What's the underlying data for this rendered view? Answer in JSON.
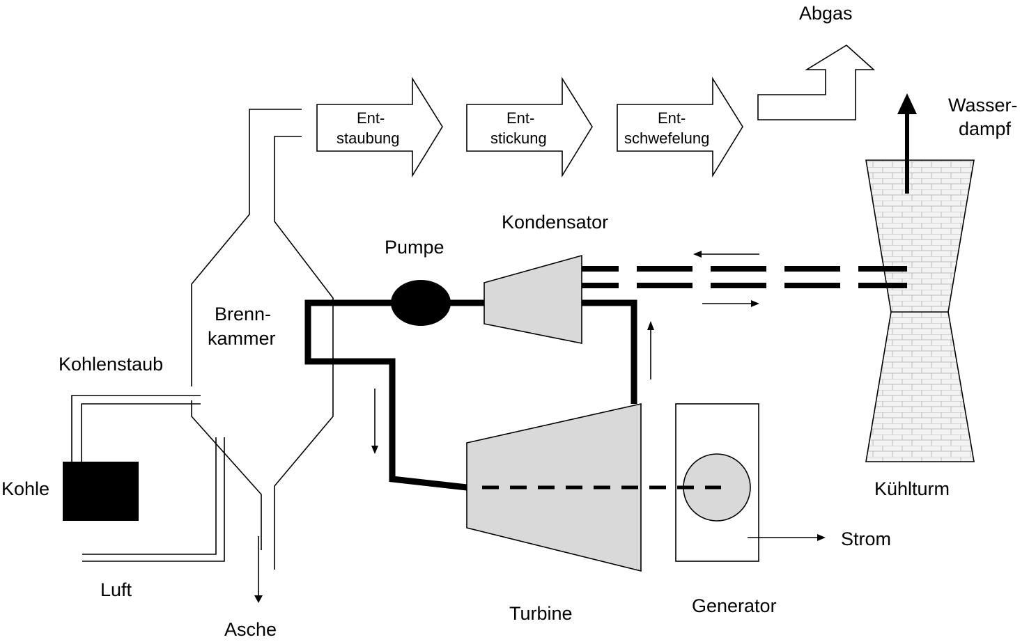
{
  "labels": {
    "abgas": "Abgas",
    "wasser_line1": "Wasser-",
    "wasser_line2": "dampf",
    "ent1_line1": "Ent-",
    "ent1_line2": "staubung",
    "ent2_line1": "Ent-",
    "ent2_line2": "stickung",
    "ent3_line1": "Ent-",
    "ent3_line2": "schwefelung",
    "kondensator": "Kondensator",
    "pumpe": "Pumpe",
    "brenn_line1": "Brenn-",
    "brenn_line2": "kammer",
    "kohlenstaub": "Kohlenstaub",
    "kohle": "Kohle",
    "luft": "Luft",
    "asche": "Asche",
    "turbine": "Turbine",
    "generator": "Generator",
    "strom": "Strom",
    "kuehlturm": "Kühlturm"
  },
  "colors": {
    "line": "#000000",
    "component_fill": "#d9d9d9",
    "background": "#ffffff",
    "tower_fill": "#f3f3f3",
    "tower_brick": "#bdbdbd"
  }
}
